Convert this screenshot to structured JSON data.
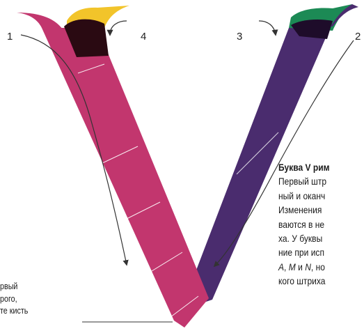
{
  "stroke_numbers": {
    "n1": "1",
    "n2": "2",
    "n3": "3",
    "n4": "4"
  },
  "caption": {
    "title": "Буква V рим",
    "line1": "Первый штр",
    "line2": "ный и оканч",
    "line3": "Изменения",
    "line4": "ваются в не",
    "line5": "ха. У буквы",
    "line6": "ние при исп",
    "line7_a": "A",
    "line7_sep1": ", ",
    "line7_m": "M",
    "line7_sep2": " и ",
    "line7_n": "N",
    "line7_rest": ", но",
    "line8": "кого штриха"
  },
  "note": {
    "line1": "рвый",
    "line2": "рого,",
    "line3": "те кисть"
  },
  "colors": {
    "thick_stroke": "#c2366e",
    "thin_stroke": "#4a2c6e",
    "start_cap_left": "#f2c42a",
    "start_cap_right": "#1c8a55",
    "brush_dark": "#2a0a12",
    "arrow": "#333333"
  },
  "icons": [
    "curved-arrow-icon",
    "long-arrow-icon"
  ]
}
